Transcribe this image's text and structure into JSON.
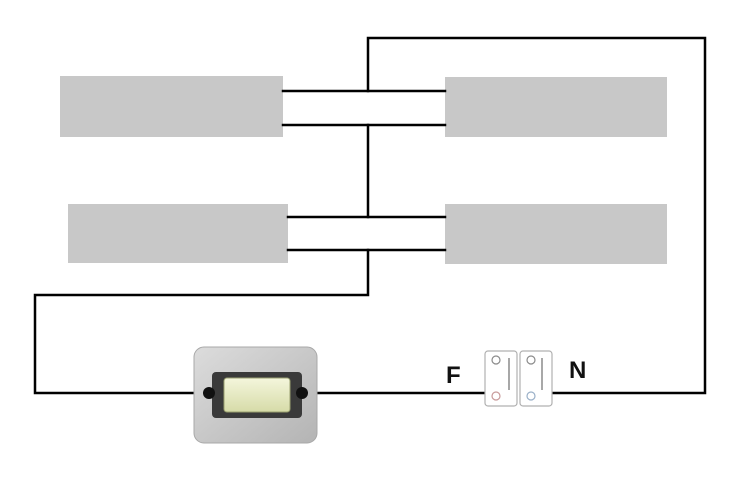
{
  "colors": {
    "background": "#ffffff",
    "wire": "#000000",
    "lamp_body": "#c8c8c8",
    "switch_plate": "#c9c9c9",
    "switch_rocker": "#e8ecc4"
  },
  "terminal_labels": {
    "phase": "F",
    "neutral": "N"
  },
  "components": {
    "lamps": [
      "fluorescent-tube",
      "fluorescent-tube",
      "fluorescent-tube",
      "fluorescent-tube"
    ],
    "switch": "rocker-switch",
    "terminal_block": "two-pole-terminal-block"
  }
}
